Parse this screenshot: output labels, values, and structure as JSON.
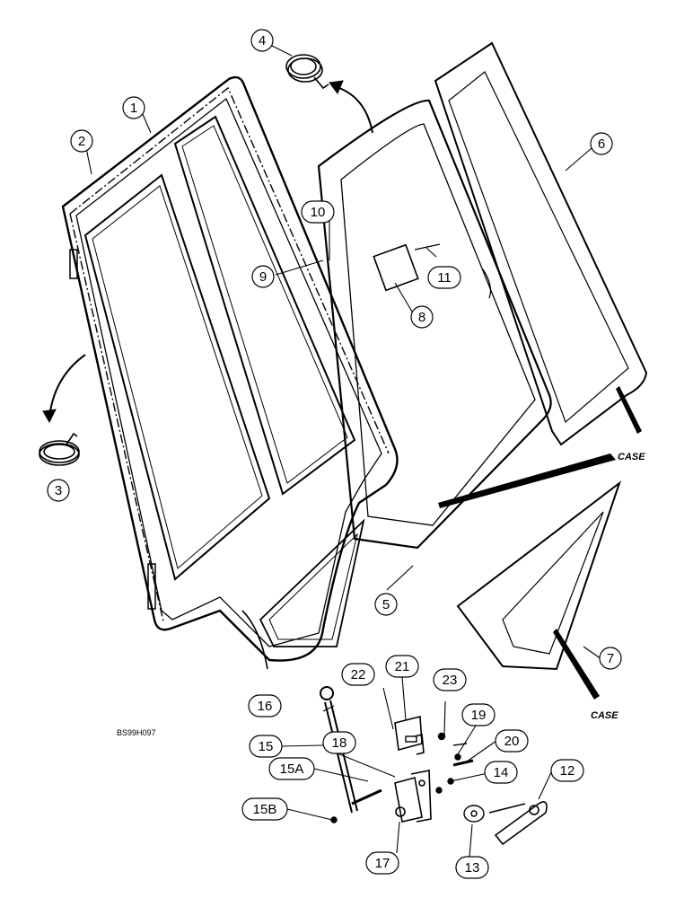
{
  "figure": {
    "reference_code": "BS99H097",
    "brand_label": "CASE"
  },
  "callouts": [
    {
      "id": "1",
      "label": "1"
    },
    {
      "id": "2",
      "label": "2"
    },
    {
      "id": "3",
      "label": "3"
    },
    {
      "id": "4",
      "label": "4"
    },
    {
      "id": "5",
      "label": "5"
    },
    {
      "id": "6",
      "label": "6"
    },
    {
      "id": "7",
      "label": "7"
    },
    {
      "id": "8",
      "label": "8"
    },
    {
      "id": "9",
      "label": "9"
    },
    {
      "id": "10",
      "label": "10"
    },
    {
      "id": "11",
      "label": "11"
    },
    {
      "id": "12",
      "label": "12"
    },
    {
      "id": "13",
      "label": "13"
    },
    {
      "id": "14",
      "label": "14"
    },
    {
      "id": "15",
      "label": "15"
    },
    {
      "id": "15A",
      "label": "15A"
    },
    {
      "id": "15B",
      "label": "15B"
    },
    {
      "id": "16",
      "label": "16"
    },
    {
      "id": "17",
      "label": "17"
    },
    {
      "id": "18",
      "label": "18"
    },
    {
      "id": "19",
      "label": "19"
    },
    {
      "id": "20",
      "label": "20"
    },
    {
      "id": "21",
      "label": "21"
    },
    {
      "id": "22",
      "label": "22"
    },
    {
      "id": "23",
      "label": "23"
    }
  ]
}
